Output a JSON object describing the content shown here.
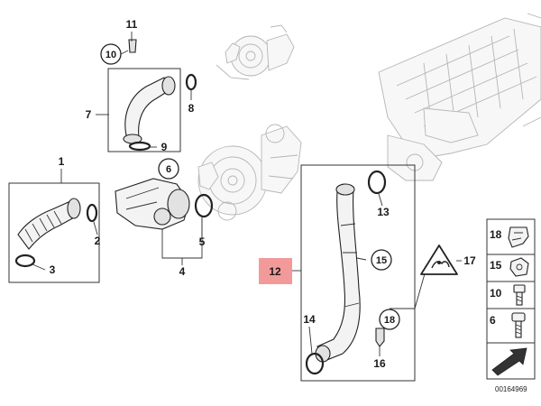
{
  "diagram": {
    "reference_code": "00164969",
    "highlight_color": "#f29a9a",
    "callouts": [
      {
        "id": "1",
        "label": "1",
        "circled": false
      },
      {
        "id": "2",
        "label": "2",
        "circled": false
      },
      {
        "id": "3",
        "label": "3",
        "circled": false
      },
      {
        "id": "4",
        "label": "4",
        "circled": false
      },
      {
        "id": "5",
        "label": "5",
        "circled": false
      },
      {
        "id": "6",
        "label": "6",
        "circled": true
      },
      {
        "id": "7",
        "label": "7",
        "circled": false
      },
      {
        "id": "8",
        "label": "8",
        "circled": false
      },
      {
        "id": "9",
        "label": "9",
        "circled": false
      },
      {
        "id": "10",
        "label": "10",
        "circled": true
      },
      {
        "id": "11",
        "label": "11",
        "circled": false
      },
      {
        "id": "12",
        "label": "12",
        "circled": false,
        "highlighted": true
      },
      {
        "id": "13",
        "label": "13",
        "circled": false
      },
      {
        "id": "14",
        "label": "14",
        "circled": false
      },
      {
        "id": "15",
        "label": "15",
        "circled": true
      },
      {
        "id": "16",
        "label": "16",
        "circled": false
      },
      {
        "id": "17",
        "label": "17",
        "circled": false
      },
      {
        "id": "18",
        "label": "18",
        "circled": true
      }
    ],
    "legend": [
      {
        "label": "18",
        "icon": "clip-icon"
      },
      {
        "label": "15",
        "icon": "clamp-icon"
      },
      {
        "label": "10",
        "icon": "bolt-icon"
      },
      {
        "label": "6",
        "icon": "screw-icon"
      }
    ]
  }
}
